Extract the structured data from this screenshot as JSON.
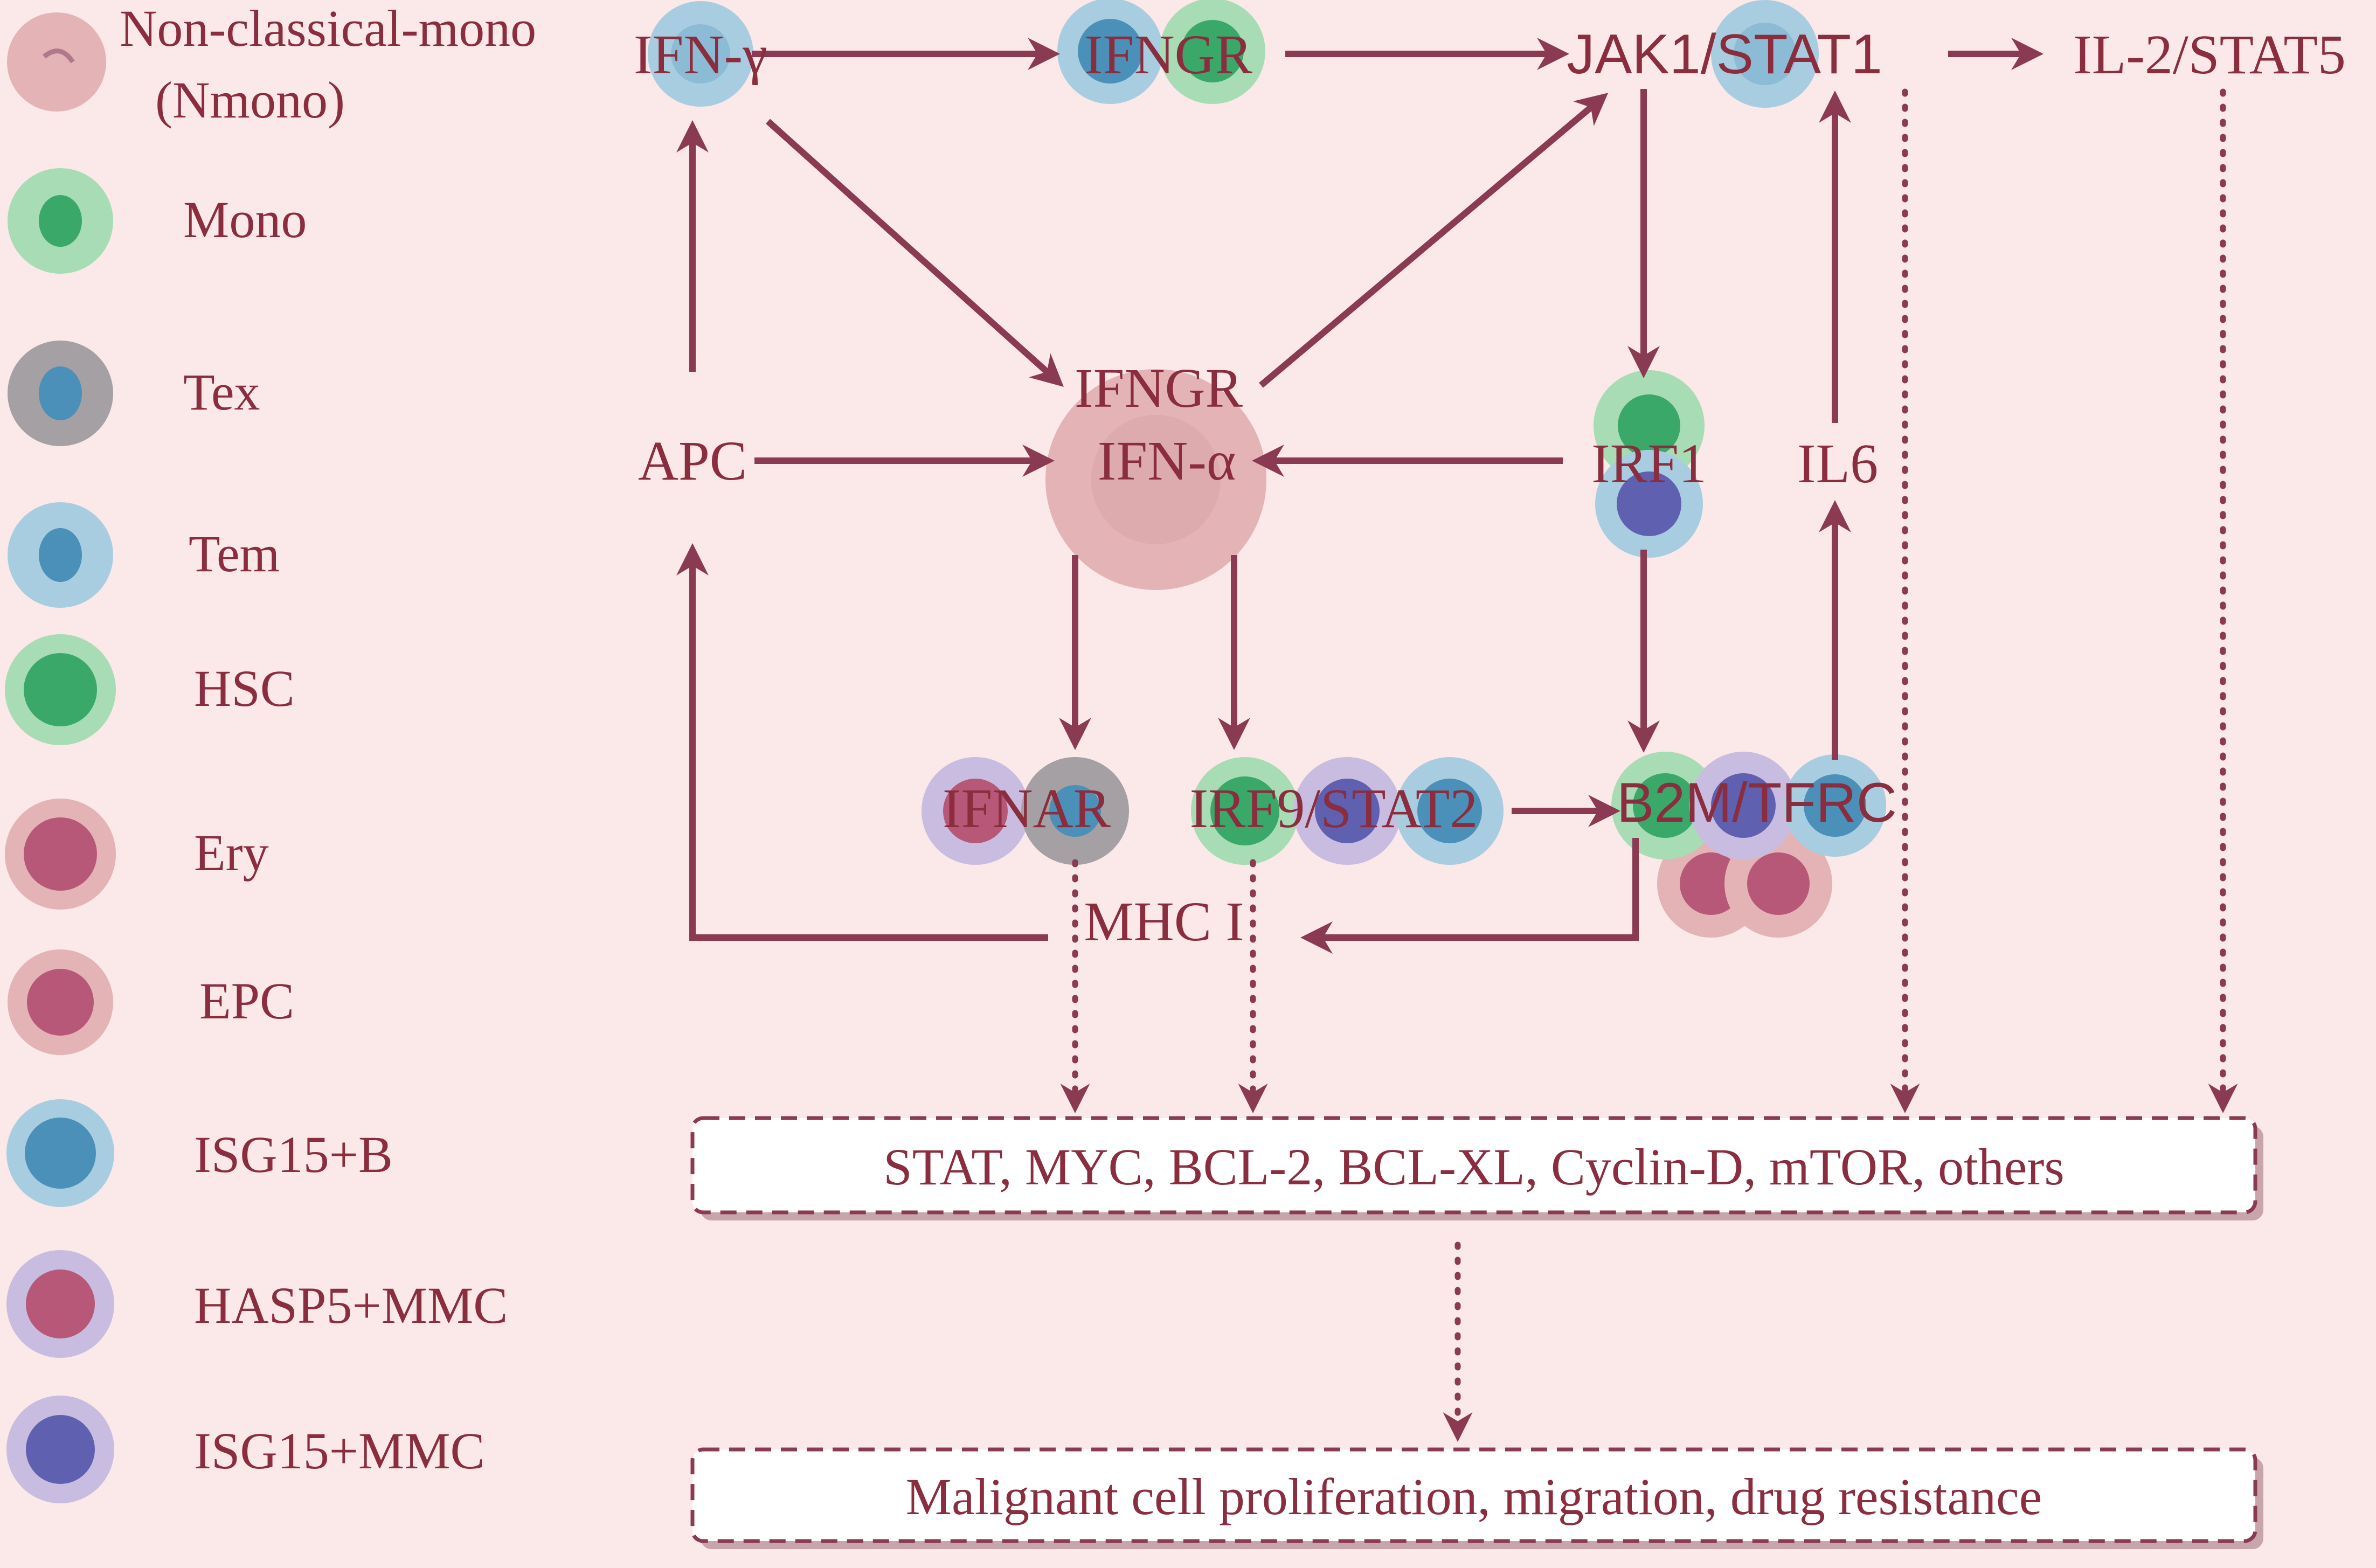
{
  "legend": [
    {
      "key": "nmono",
      "label_line1": "Non-classical-mono",
      "label_line2": "(Nmono)"
    },
    {
      "key": "mono",
      "label": "Mono"
    },
    {
      "key": "tex",
      "label": "Tex"
    },
    {
      "key": "tem",
      "label": "Tem"
    },
    {
      "key": "hsc",
      "label": "HSC"
    },
    {
      "key": "ery",
      "label": "Ery"
    },
    {
      "key": "epc",
      "label": "EPC"
    },
    {
      "key": "isg15b",
      "label": "ISG15+B"
    },
    {
      "key": "hasp5",
      "label": "HASP5+MMC"
    },
    {
      "key": "isg15mmc",
      "label": "ISG15+MMC"
    }
  ],
  "nodes": {
    "ifn_gamma": "IFN-γ",
    "ifngr_top": "IFNGR",
    "jak1_stat1": "JAK1/STAT1",
    "il2_stat5": "IL-2/STAT5",
    "ifngr_mid": "IFNGR",
    "ifn_alpha": "IFN-α",
    "apc": "APC",
    "irf1": "IRF1",
    "il6": "IL6",
    "ifnar": "IFNAR",
    "irf9_stat2": "IRF9/STAT2",
    "b2m_tfrc": "B2M/TFRC",
    "mhc1": "MHC I"
  },
  "boxes": {
    "targets": "STAT, MYC, BCL-2, BCL-XL, Cyclin-D, mTOR, others",
    "outcome": "Malignant cell proliferation, migration, drug resistance"
  },
  "colors": {
    "text": "#8a2d3e",
    "arrow": "#8a3a52",
    "background": "#fbe8e8",
    "pink_outer": "#e3b3b6",
    "green_outer": "#a8dcb4",
    "green_inner": "#3aa868",
    "blue_outer": "#a9cde0",
    "blue_inner": "#4a90b8",
    "gray_outer": "#a5a0a3",
    "purple_outer": "#c8bde0",
    "purple_inner": "#6060b0",
    "red_inner": "#b85878"
  }
}
